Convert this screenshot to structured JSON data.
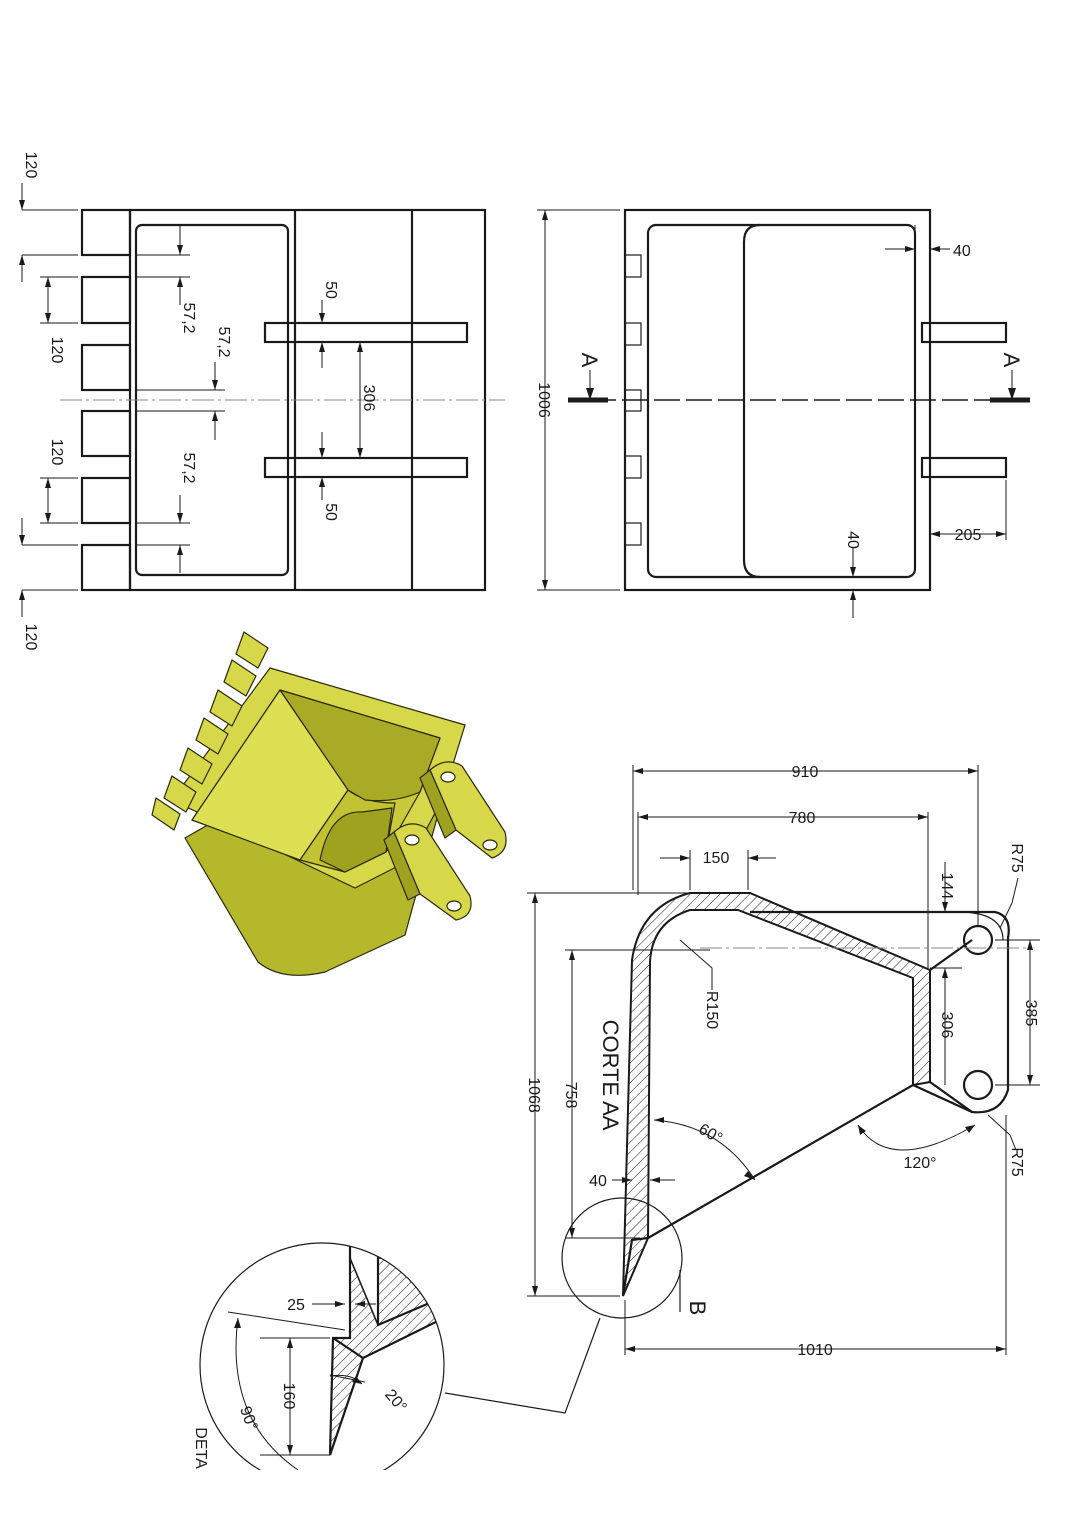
{
  "front_view": {
    "dims": {
      "tooth_pitch_top": "120",
      "tooth_pitch_bottom": "120",
      "tooth_gap_1": "120",
      "tooth_gap_2": "120",
      "inner_offset_1": "57,2",
      "inner_offset_2": "57,2",
      "inner_offset_3": "57,2",
      "lug_thickness_1": "50",
      "lug_thickness_2": "50",
      "lug_spacing": "306"
    }
  },
  "top_view": {
    "dims": {
      "overall_width": "1006",
      "wall_side": "40",
      "wall_bottom": "40",
      "lug_projection": "205"
    },
    "section_marks": [
      "A",
      "A"
    ]
  },
  "section_view": {
    "title": "CORTE AA",
    "dims": {
      "width_total": "910",
      "width_top": "780",
      "lip_flat": "150",
      "radius_inner": "R150",
      "hole_radius_top": "R75",
      "hole_radius_bottom": "R75",
      "offset_144": "144",
      "spacing_306": "306",
      "hole_spacing": "385",
      "height_total": "1068",
      "height_inner": "758",
      "wall_thickness": "40",
      "angle_60": "60°",
      "angle_120": "120°",
      "base_length": "1010"
    },
    "detail_mark": "B"
  },
  "detail_view": {
    "label": "DETA",
    "dims": {
      "step": "25",
      "edge_height": "160",
      "bevel_angle": "20°",
      "right_angle": "90°"
    }
  },
  "colors": {
    "line": "#1a1a1a",
    "model_face_light": "#d6d84a",
    "model_face_mid": "#c2c233",
    "model_face_dark": "#9fa21f",
    "model_edge": "#2a2a0a"
  }
}
